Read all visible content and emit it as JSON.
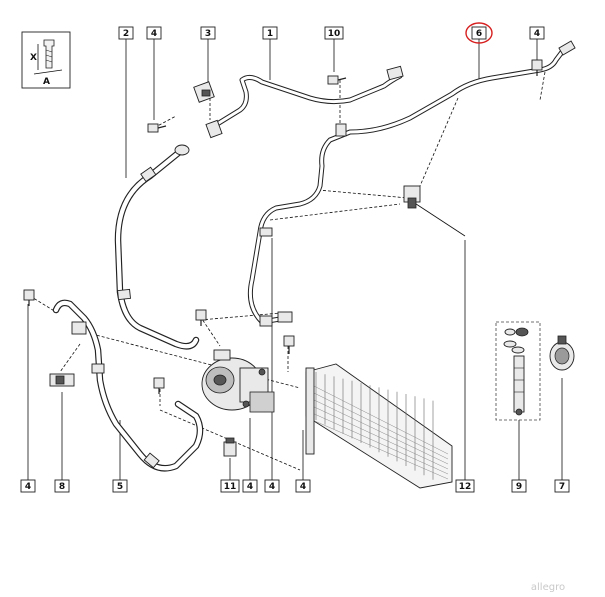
{
  "callouts": [
    {
      "id": "label-2-top",
      "text": "2"
    },
    {
      "id": "label-4-top-left",
      "text": "4"
    },
    {
      "id": "label-3",
      "text": "3"
    },
    {
      "id": "label-1",
      "text": "1"
    },
    {
      "id": "label-10",
      "text": "10"
    },
    {
      "id": "label-6",
      "text": "6"
    },
    {
      "id": "label-4-top-right",
      "text": "4"
    },
    {
      "id": "label-4-bottom-left",
      "text": "4"
    },
    {
      "id": "label-8",
      "text": "8"
    },
    {
      "id": "label-5",
      "text": "5"
    },
    {
      "id": "label-11",
      "text": "11"
    },
    {
      "id": "label-4-bottom-mid",
      "text": "4"
    },
    {
      "id": "label-4-bottom-mid2",
      "text": "4"
    },
    {
      "id": "label-4-bottom-center",
      "text": "4"
    },
    {
      "id": "label-12",
      "text": "12"
    },
    {
      "id": "label-9",
      "text": "9"
    },
    {
      "id": "label-7",
      "text": "7"
    }
  ],
  "highlight": {
    "callout": "6",
    "color": "#d62020"
  },
  "bolt_legend": {
    "x_letter": "X",
    "a_letter": "A"
  },
  "watermark": "allegro"
}
